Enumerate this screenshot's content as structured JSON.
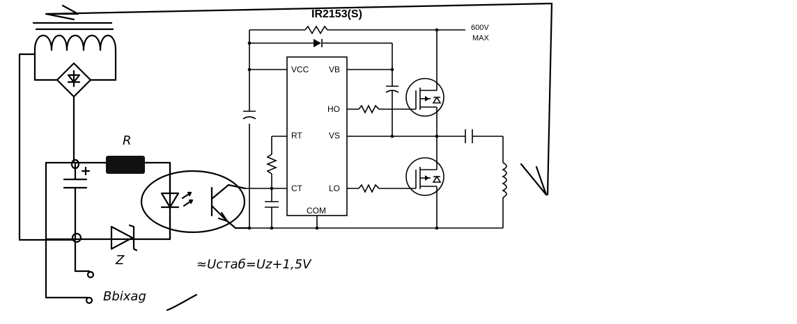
{
  "title": "IR2153(S)",
  "supply_note_line1": "600V",
  "supply_note_line2": "MAX",
  "pins": {
    "vcc": "VCC",
    "vb": "VB",
    "ho": "HO",
    "rt": "RT",
    "vs": "VS",
    "ct": "CT",
    "lo": "LO",
    "com": "COM"
  },
  "handwritten": {
    "resistor_label": "R",
    "zener_label": "Z",
    "formula": "≈Uстаб=Uz+1,5V",
    "bottom_label": "Bbixag"
  }
}
